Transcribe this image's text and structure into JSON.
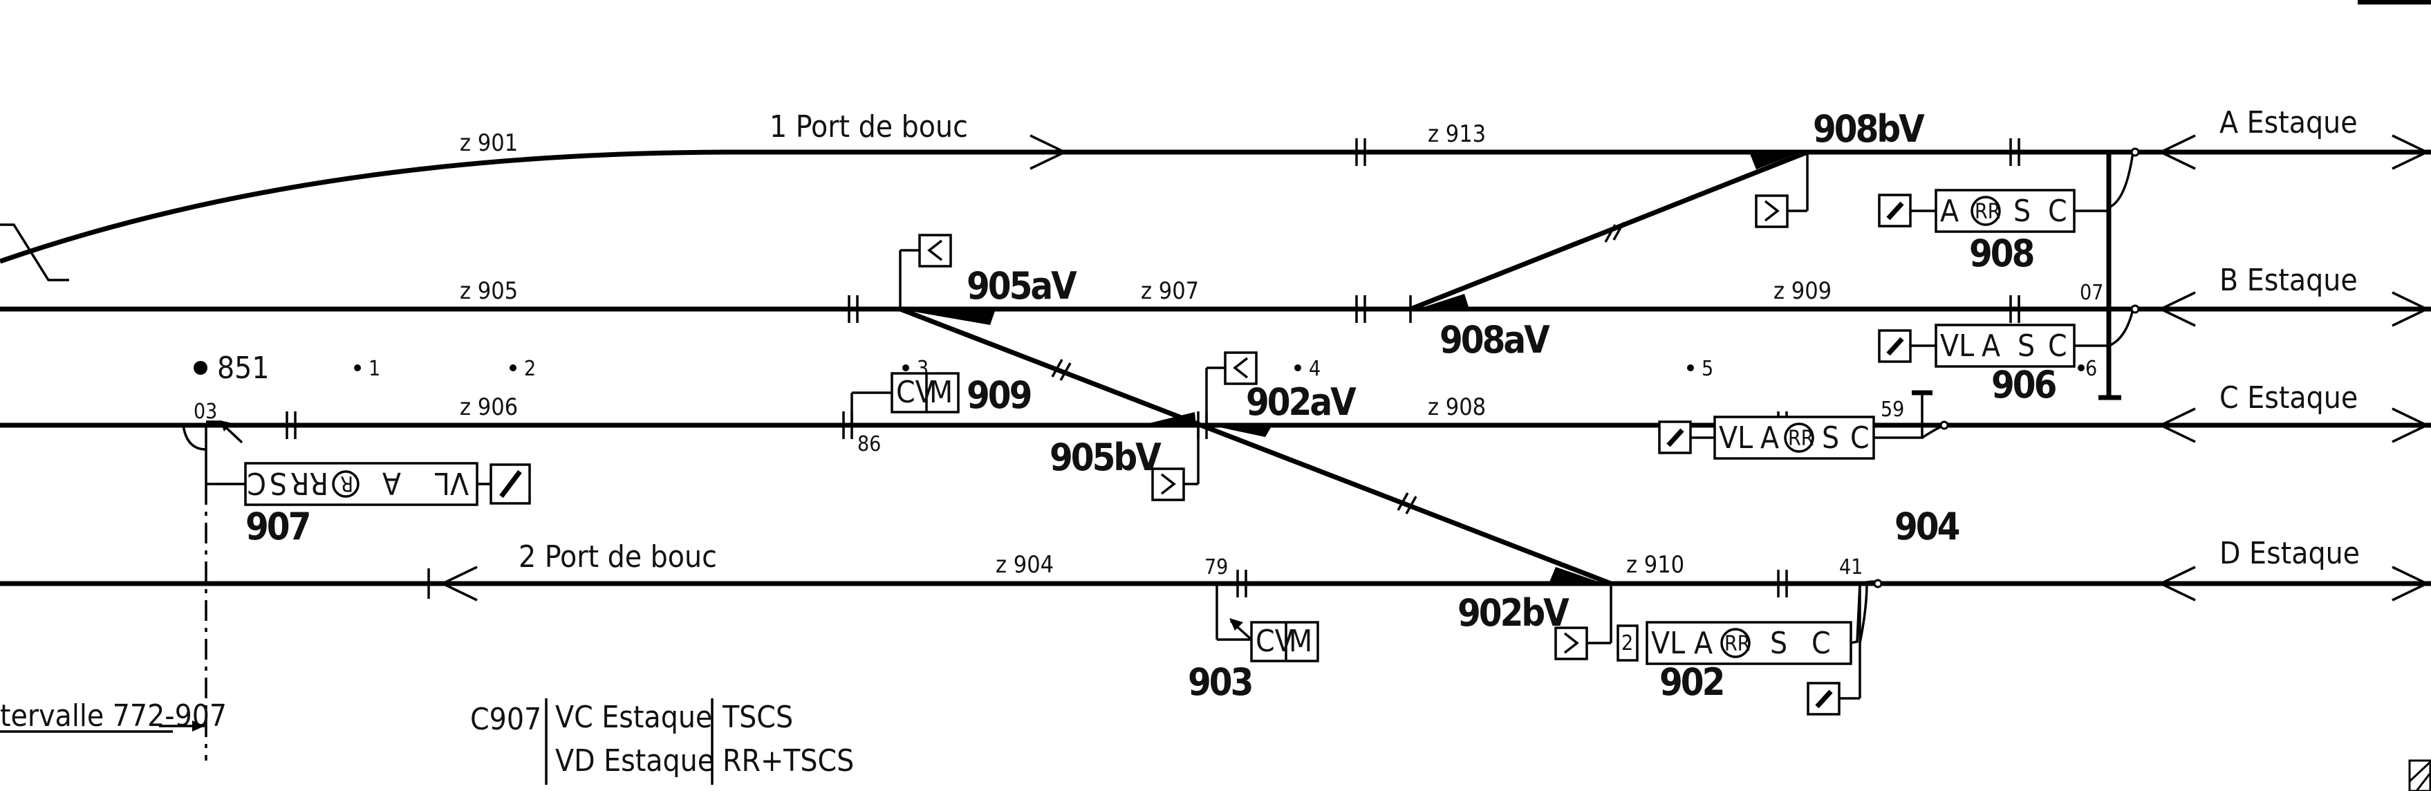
{
  "tracks": {
    "one_port_de_bouc": "1 Port de bouc",
    "two_port_de_bouc": "2 Port de bouc",
    "a_estaque": "A Estaque",
    "b_estaque": "B Estaque",
    "c_estaque": "C Estaque",
    "d_estaque": "D Estaque"
  },
  "zones": {
    "z901": "z 901",
    "z905": "z 905",
    "z906": "z 906",
    "z907": "z 907",
    "z913": "z 913",
    "z909": "z 909",
    "z908": "z 908",
    "z904": "z 904",
    "z910": "z 910"
  },
  "switches": {
    "s905aV": "905aV",
    "s905bV": "905bV",
    "s902aV": "902aV",
    "s902bV": "902bV",
    "s908aV": "908aV",
    "s908bV": "908bV"
  },
  "signals": {
    "s907": "907",
    "s909": "909",
    "s903": "903",
    "s902": "902",
    "s904": "904",
    "s906": "906",
    "s908": "908"
  },
  "markers": {
    "m851": "851",
    "m1": "1",
    "m2": "2",
    "m3": "3",
    "m4": "4",
    "m5": "5",
    "m6": "6",
    "m03": "03",
    "m86": "86",
    "m79": "79",
    "m41": "41",
    "m59": "59",
    "m07": "07"
  },
  "aspects": {
    "vl": "VL",
    "a": "A",
    "rr": "RR",
    "s": "S",
    "c": "C",
    "m": "M",
    "cv": "CV",
    "r": "R",
    "digit2": "2"
  },
  "legend": {
    "interval": "tervalle 772-907",
    "c907": "C907",
    "vc": "VC Estaque",
    "vd": "VD Estaque",
    "tscs": "TSCS",
    "rrtscs": "RR+TSCS"
  }
}
